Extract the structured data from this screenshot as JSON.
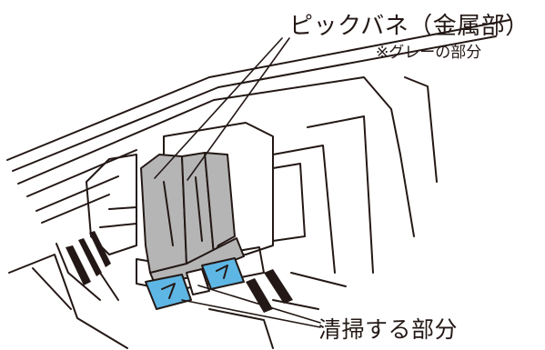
{
  "labels": {
    "pick_spring": "ピックバネ（金属部）",
    "pick_spring_note": "※グレーの部分",
    "cleaning_area": "清掃する部分"
  },
  "colors": {
    "line": "#231815",
    "metal_gray": "#b5b5b6",
    "clean_blue": "#5eb6e4",
    "background": "#ffffff"
  }
}
